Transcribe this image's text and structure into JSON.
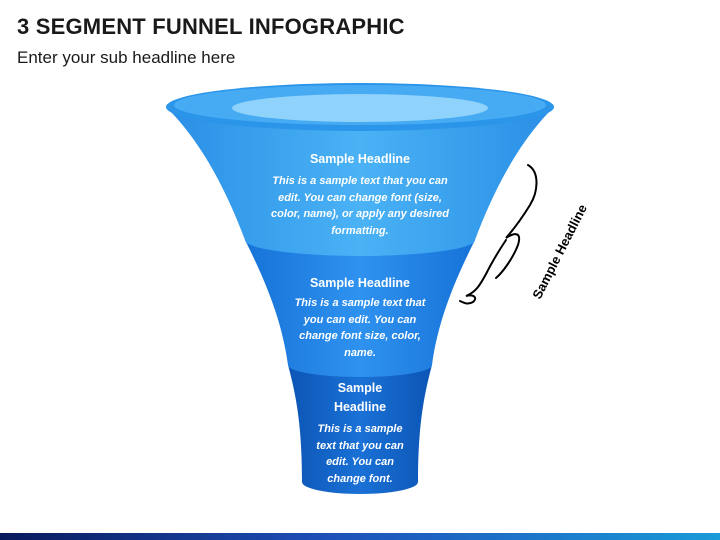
{
  "title": "3 SEGMENT FUNNEL INFOGRAPHIC",
  "subtitle": "Enter your sub headline here",
  "segments": [
    {
      "headline": "Sample Headline",
      "body": "This is a sample text that you can edit. You can change font (size, color, name), or apply any desired formatting.",
      "color": "#3aa6f2"
    },
    {
      "headline": "Sample Headline",
      "body": "This is a sample text that you can edit. You can change font size, color, name.",
      "color": "#2184ea"
    },
    {
      "headline": "Sample Headline",
      "body": "This is a sample text that you can edit. You can change font.",
      "color": "#1366cd"
    }
  ],
  "bracket_label": "Sample Headline",
  "colors": {
    "rim_outer": "#2b95ea",
    "rim_inner": "#8fd2fb",
    "bracket": "#000000"
  }
}
